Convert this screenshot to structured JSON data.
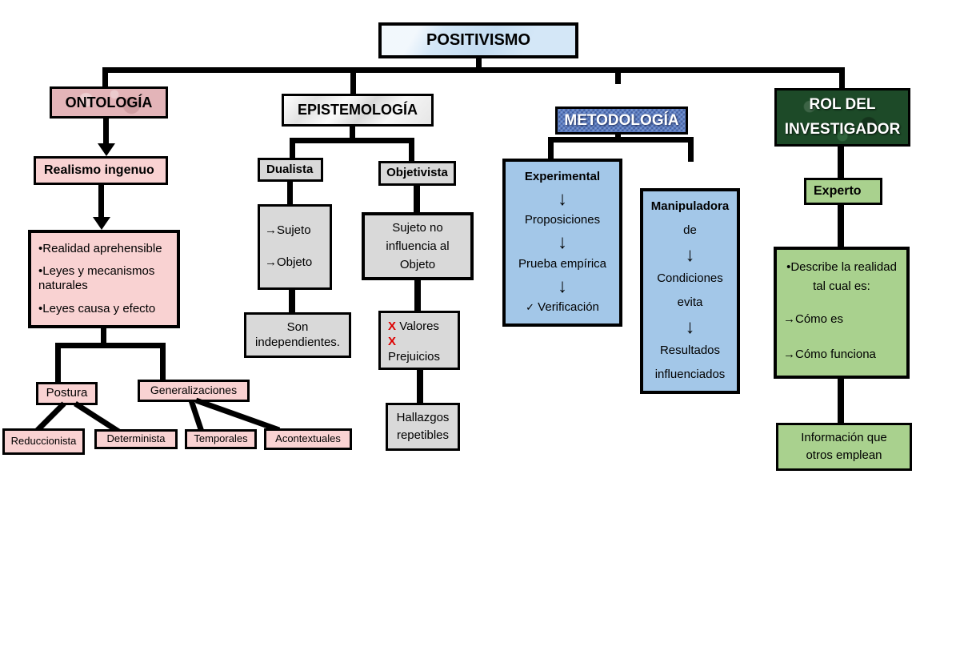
{
  "icons": {
    "bullet": "•",
    "arrow_right": "→",
    "arrow_down": "↓",
    "check": "✓",
    "cross": "X"
  },
  "colors": {
    "line": "#000000",
    "positivismo_fill": "#d4e7f7",
    "ontologia_header_fill": "#e3b4b8",
    "pink_fill": "#f9d2d2",
    "gray_fill": "#d9d9d9",
    "metodologia_header_fill": "#5b7fc7",
    "blue_fill": "#a3c7e8",
    "rol_header_fill": "#1d4a28",
    "green_fill": "#a9d18e",
    "cross_red": "#dd0000"
  },
  "title": "POSITIVISMO",
  "ontologia": {
    "header": "ONTOLOGÍA",
    "realismo": "Realismo ingenuo",
    "bullets": [
      "Realidad aprehensible",
      "Leyes y mecanismos naturales",
      "Leyes causa y efecto"
    ],
    "postura": "Postura",
    "generalizaciones": "Generalizaciones",
    "reduccionista": "Reduccionista",
    "determinista": "Determinista",
    "temporales": "Temporales",
    "acontextuales": "Acontextuales"
  },
  "epistemologia": {
    "header": "EPISTEMOLOGÍA",
    "dualista": "Dualista",
    "objetivista": "Objetivista",
    "sujeto": "Sujeto",
    "objeto": "Objeto",
    "son_independientes": "Son independientes.",
    "sujeto_no_influencia": "Sujeto no influencia al Objeto",
    "rechazo_1": "Valores",
    "rechazo_2": "Prejuicios",
    "hallazgos": "Hallazgos repetibles"
  },
  "metodologia": {
    "header": "METODOLOGÍA",
    "experimental": {
      "titulo": "Experimental",
      "paso_1": "Proposiciones",
      "paso_2": "Prueba empírica",
      "paso_3": "Verificación"
    },
    "manipuladora": {
      "titulo": "Manipuladora",
      "linea_2": "de",
      "paso_1": "Condiciones",
      "paso_2": "evita",
      "paso_3": "Resultados",
      "paso_4": "influenciados"
    }
  },
  "rol": {
    "header": "ROL DEL INVESTIGADOR",
    "experto": "Experto",
    "describe_linea_1": "Describe la realidad",
    "describe_linea_2": "tal cual es:",
    "como_es": "Cómo es",
    "como_funciona": "Cómo funciona",
    "informacion": "Información que otros emplean"
  }
}
